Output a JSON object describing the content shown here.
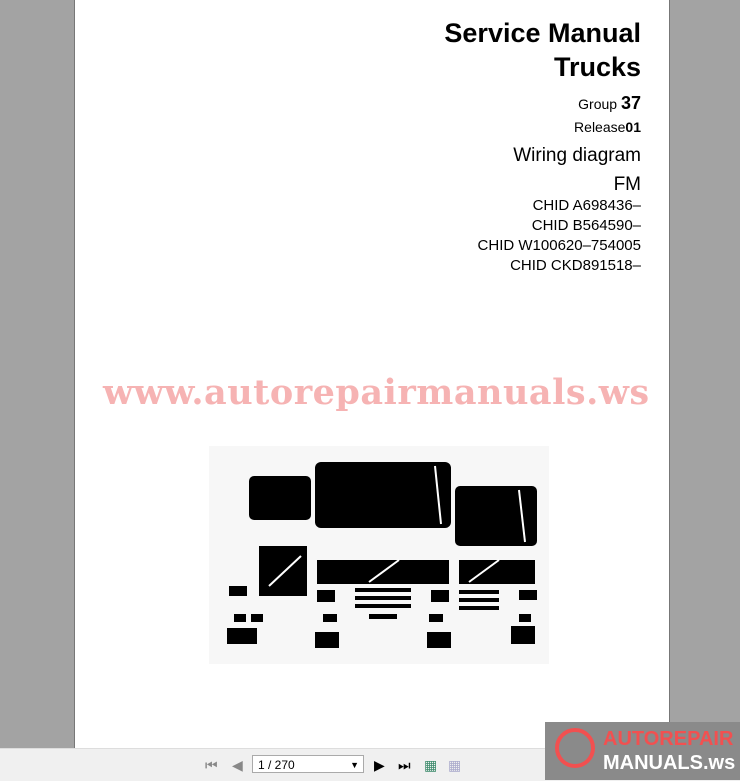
{
  "document": {
    "title_line1": "Service Manual",
    "title_line2": "Trucks",
    "group_label": "Group ",
    "group_value": "37",
    "release_label": "Release",
    "release_value": "01",
    "subject": "Wiring diagram",
    "model": "FM",
    "chids": [
      "CHID A698436–",
      "CHID B564590–",
      "CHID W100620–754005",
      "CHID CKD891518–"
    ],
    "watermark": "www.autorepairmanuals.ws"
  },
  "toolbar": {
    "page_indicator": "1 / 270",
    "icons": [
      "first-page-icon",
      "previous-page-icon",
      "next-page-icon",
      "last-page-icon",
      "go-back-view-icon",
      "go-forward-view-icon"
    ]
  },
  "logo": {
    "text_line1": "AUTOREPAIR",
    "text_line2": "MANUALS.ws",
    "accent": "#f25050"
  }
}
